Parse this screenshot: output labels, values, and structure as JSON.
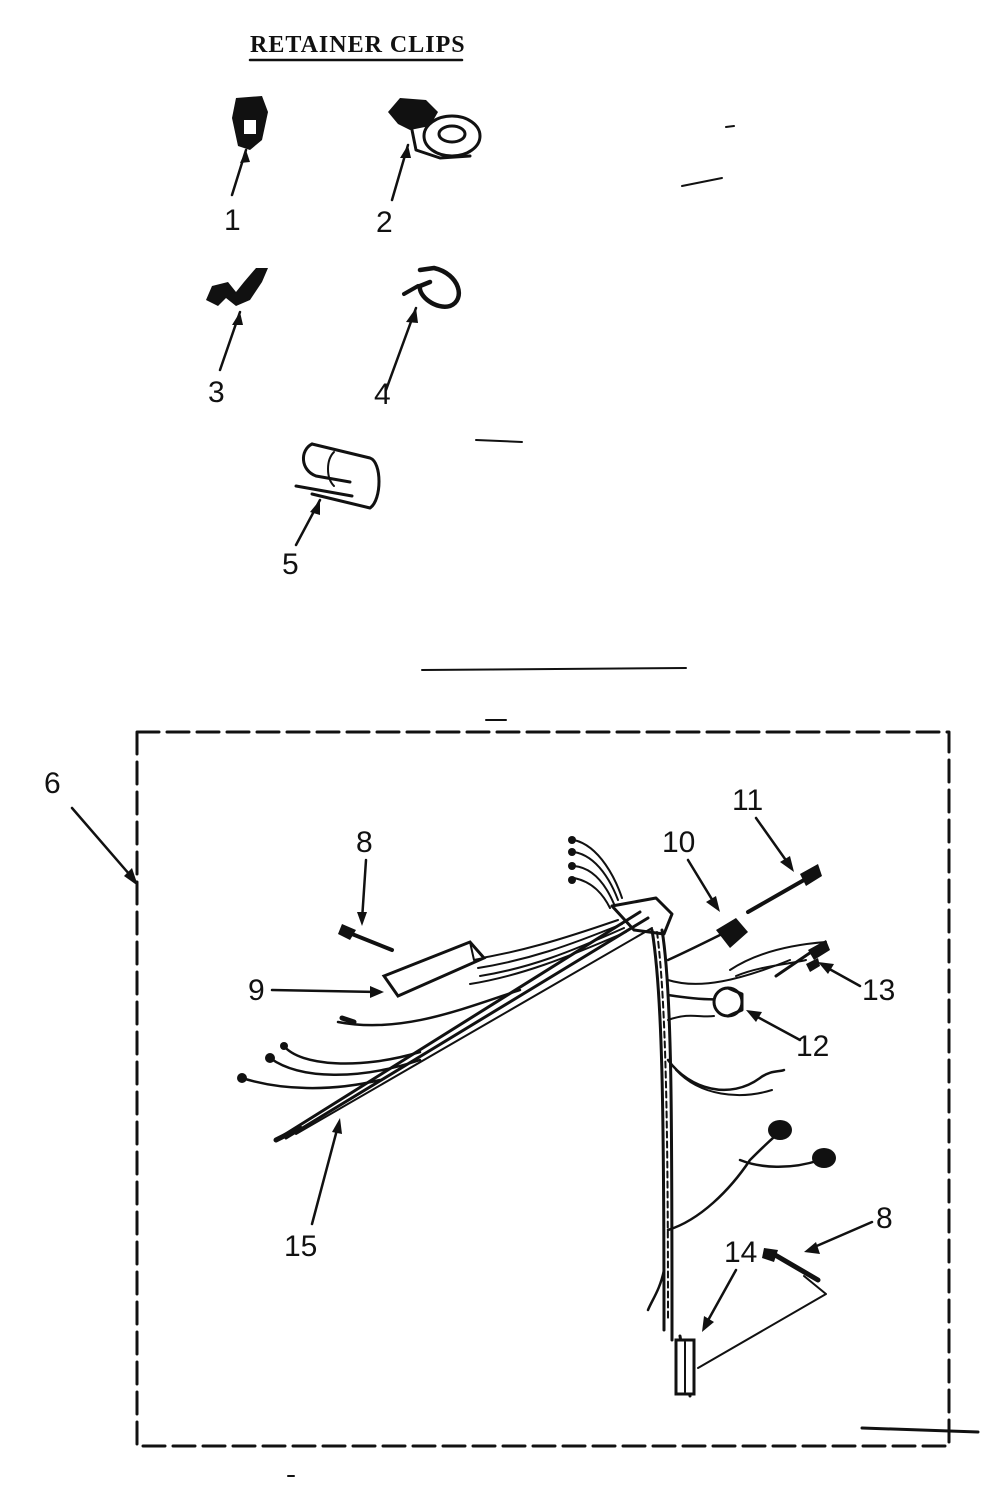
{
  "title": "RETAINER CLIPS",
  "callouts": {
    "c1": "1",
    "c2": "2",
    "c3": "3",
    "c4": "4",
    "c5": "5",
    "c6": "6",
    "c8a": "8",
    "c8b": "8",
    "c9": "9",
    "c10": "10",
    "c11": "11",
    "c12": "12",
    "c13": "13",
    "c14": "14",
    "c15": "15"
  },
  "colors": {
    "ink": "#111111",
    "paper": "#ffffff"
  }
}
